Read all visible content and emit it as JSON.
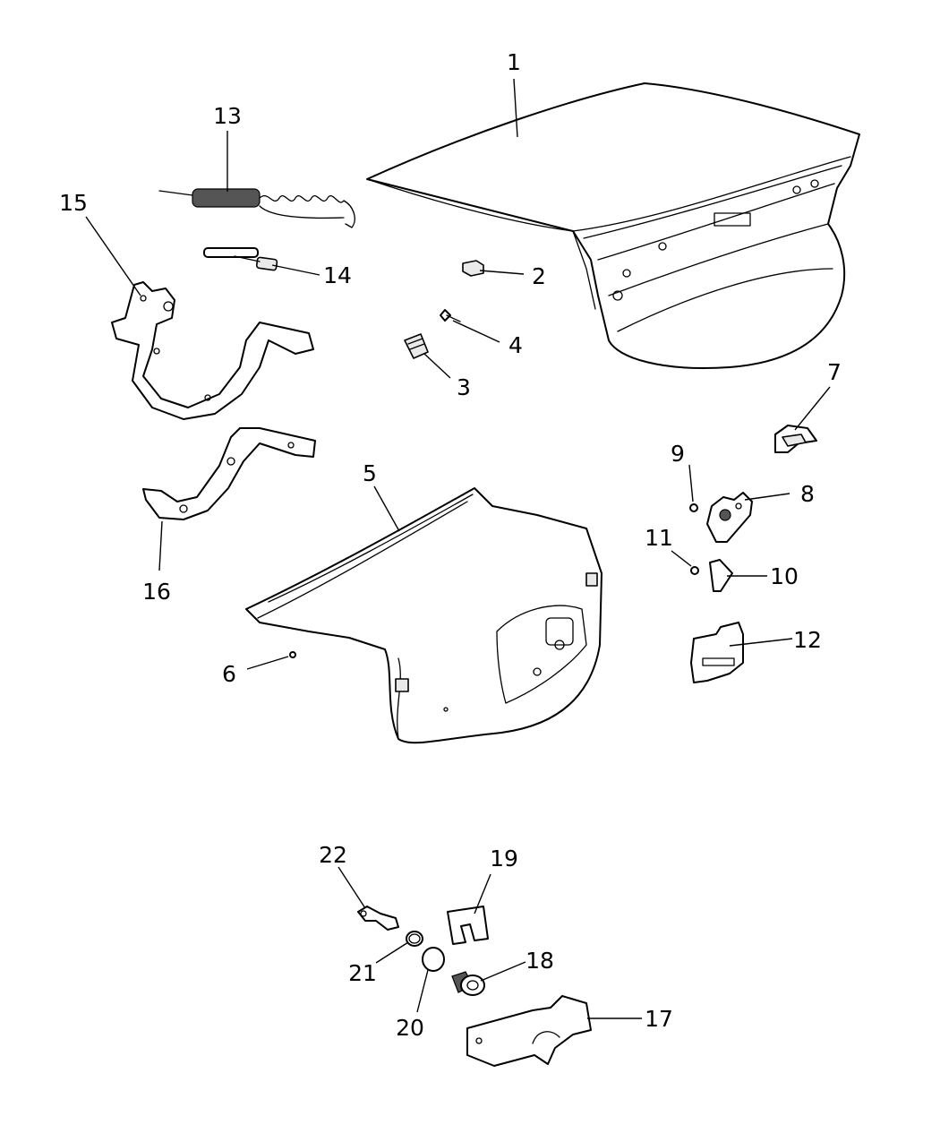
{
  "callouts": {
    "c1": "1",
    "c2": "2",
    "c3": "3",
    "c4": "4",
    "c5": "5",
    "c6": "6",
    "c7": "7",
    "c8": "8",
    "c9": "9",
    "c10": "10",
    "c11": "11",
    "c12": "12",
    "c13": "13",
    "c14": "14",
    "c15": "15",
    "c16": "16",
    "c17": "17",
    "c18": "18",
    "c19": "19",
    "c20": "20",
    "c21": "21",
    "c22": "22"
  },
  "colors": {
    "line": "#000000",
    "background": "#ffffff",
    "shade": "#e9e9e9"
  }
}
